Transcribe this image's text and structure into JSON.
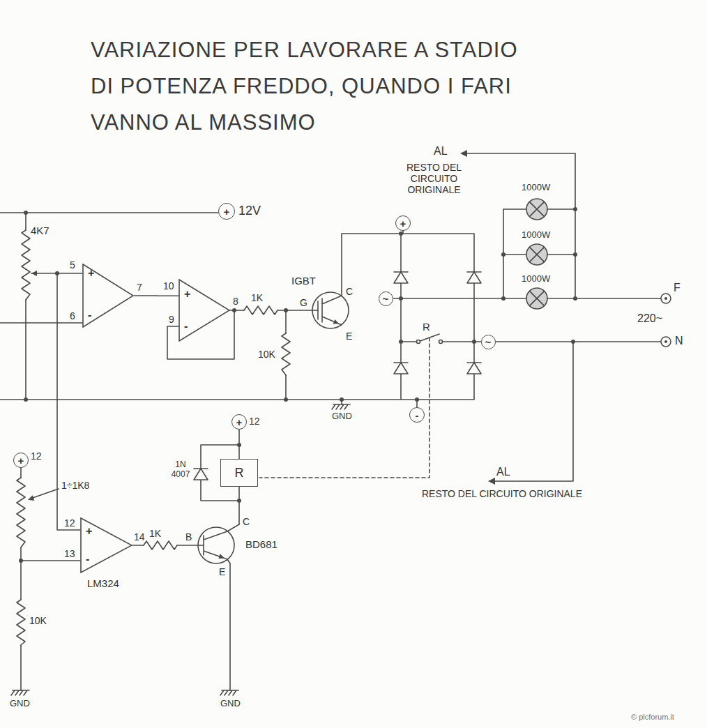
{
  "diagram": {
    "title": "VARIAZIONE PER LAVORARE A STADIO DI POTENZA FREDDO, QUANDO I FARI VANNO AL MASSIMO",
    "nodes": [
      {
        "text": [
          "+"
        ]
      },
      {
        "text": [
          "+"
        ]
      },
      {
        "text": [
          "+",
          "-"
        ]
      },
      {
        "text": [
          "+",
          "-"
        ]
      },
      {
        "text": [
          "~"
        ]
      },
      {
        "text": [
          "~"
        ]
      },
      {
        "text": [
          "-"
        ]
      },
      {
        "text": [
          "+"
        ]
      },
      {
        "text": [
          "+"
        ]
      },
      {
        "text": [
          "R"
        ]
      },
      {
        "text": [
          "+",
          "-"
        ]
      }
    ],
    "edges": [
      {
        "from": 2,
        "to": 3,
        "arrow": "none"
      },
      {
        "from": 7,
        "to": 9,
        "arrow": "none"
      }
    ],
    "labels": [
      "AL",
      "RESTO DEL CIRCUITO ORIGINALE",
      "12V",
      "4K7",
      "5",
      "6",
      "7",
      "10",
      "9",
      "8",
      "1K",
      "10K",
      "IGBT",
      "G",
      "C",
      "E",
      "GND",
      "1000W",
      "1000W",
      "1000W",
      "220~",
      "F",
      "N",
      "R",
      "AL",
      "RESTO DEL CIRCUITO ORIGINALE",
      "1N 4007",
      "12",
      "1÷1K8",
      "12",
      "12",
      "13",
      "14",
      "1K",
      "B",
      "C",
      "E",
      "BD681",
      "LM324",
      "10K",
      "GND",
      "GND",
      "© plcforum.it"
    ]
  }
}
